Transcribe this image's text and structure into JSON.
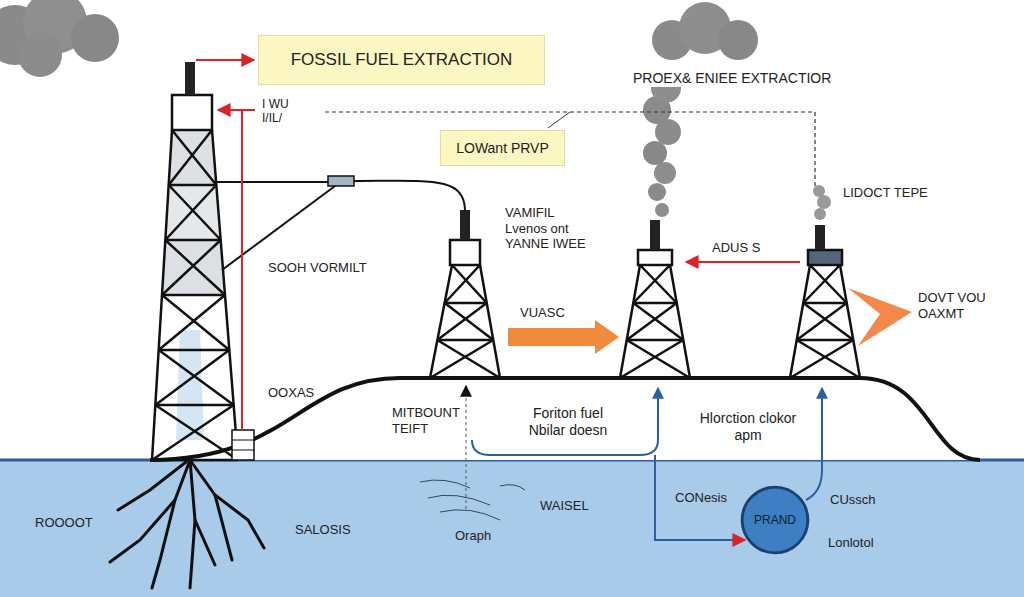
{
  "diagram": {
    "nodes": [
      {
        "text": [
          "FOSSIL FUEL EXTRACTION"
        ]
      },
      {
        "text": [
          "LOWant PRVP"
        ]
      },
      {
        "text": [
          "PRAND"
        ]
      }
    ],
    "labels": [
      "I WU I/IL/",
      "PROEX& ENIEE EXTRACTIOR",
      "LIDOCT TEPE",
      "VAMIFIL Lvenos ont YANNE IWEE",
      "ADUS S",
      "SOOH VORMILT",
      "VUASC",
      "DOVT VOU OAXMT",
      "OOXAS",
      "MITBOUNT TEIFT",
      "Foriton fuel Nbilar doesn",
      "Hlorction clokor apm",
      "CONesis",
      "WAISEL",
      "CUssch",
      "ROOOOT",
      "SALOSIS",
      "Oraph",
      "Lonlotol"
    ]
  }
}
